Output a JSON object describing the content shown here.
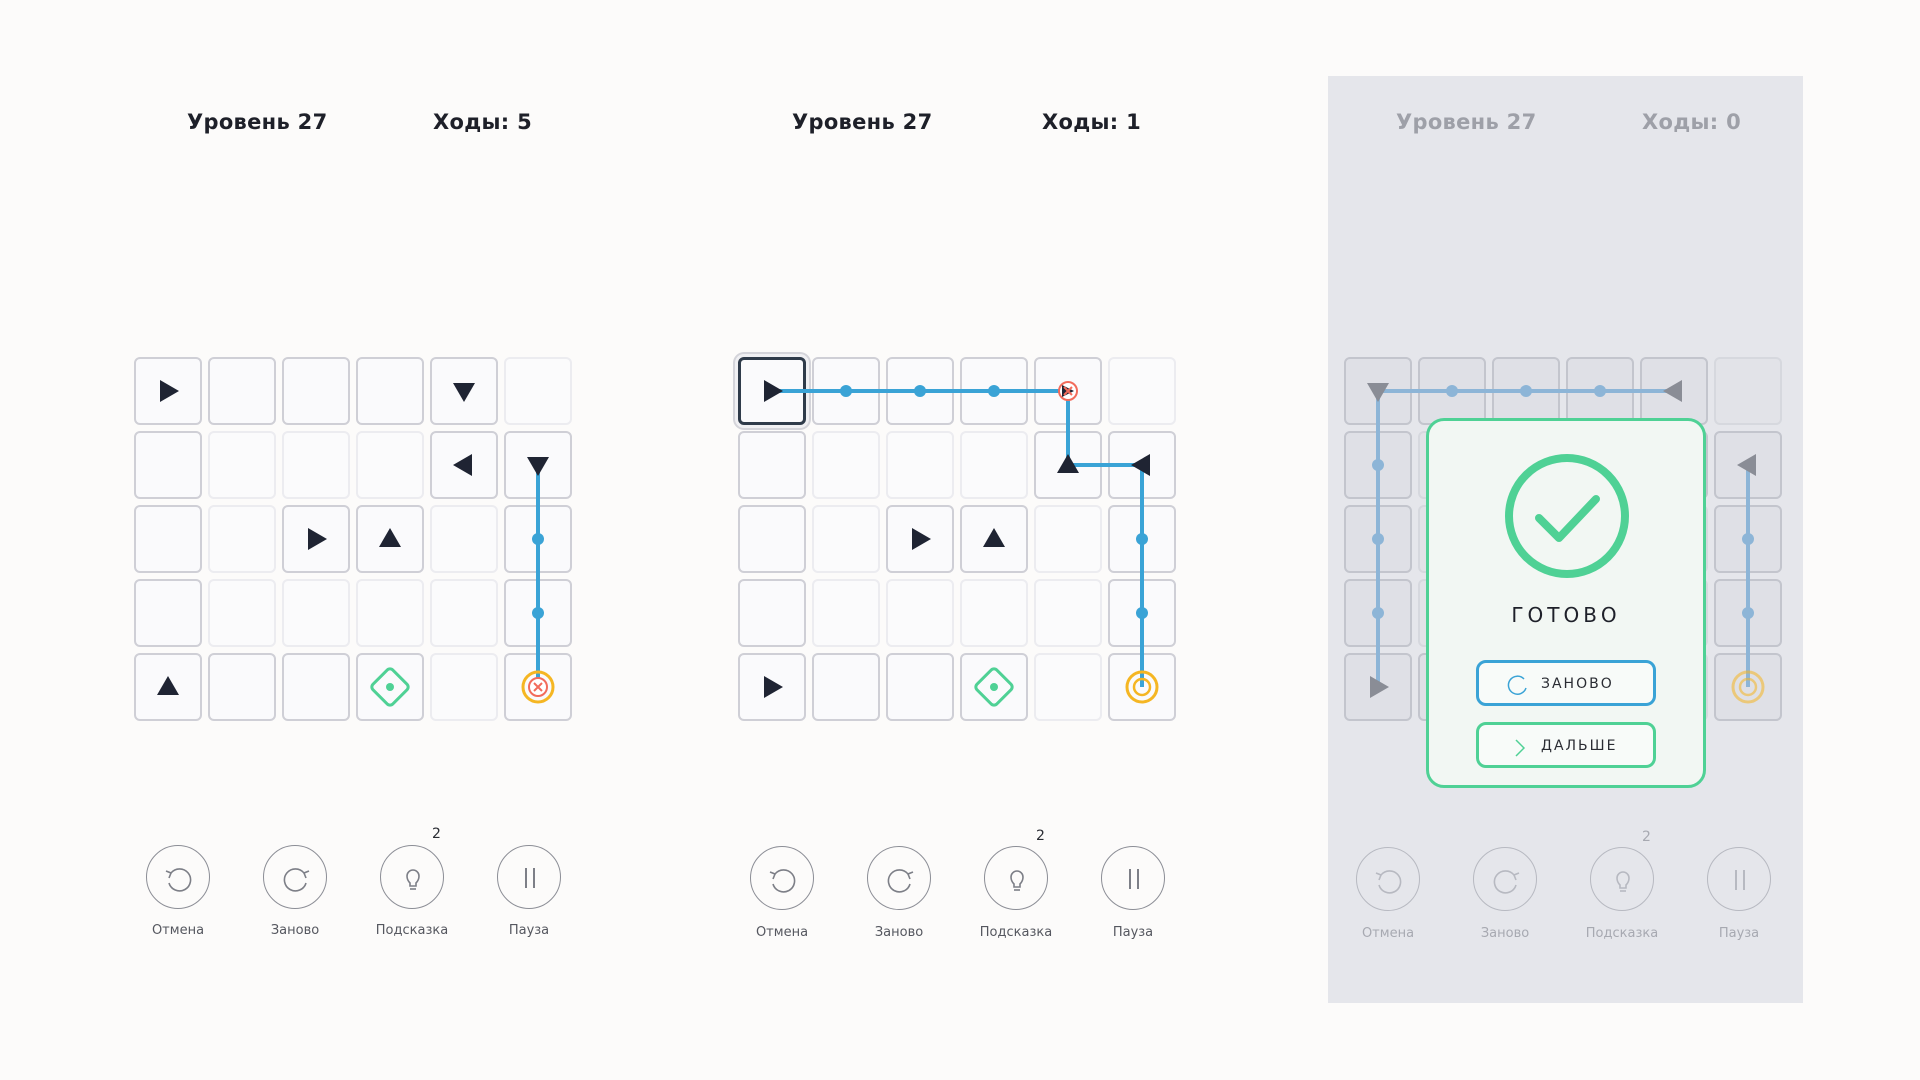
{
  "colors": {
    "path": "#3aa3d6",
    "path_dim": "#8db5d7",
    "arrow": "#1f2433",
    "arrow_dim": "#8a8d96",
    "goal_green": "#4fd195",
    "target_orange": "#f5b623",
    "error_red": "#f26b5b",
    "success_green": "#4fd195"
  },
  "labels": {
    "level": "Уровень 27",
    "undo": "Отмена",
    "restart": "Заново",
    "hint": "Подсказка",
    "pause": "Пауза",
    "hint_count": "2"
  },
  "panels": [
    {
      "moves": "Ходы: 5",
      "dim": false,
      "faint": [
        [
          0,
          5
        ],
        [
          1,
          1
        ],
        [
          1,
          2
        ],
        [
          1,
          3
        ],
        [
          2,
          1
        ],
        [
          2,
          4
        ],
        [
          3,
          1
        ],
        [
          3,
          2
        ],
        [
          3,
          3
        ],
        [
          3,
          4
        ],
        [
          4,
          4
        ]
      ],
      "selected": null,
      "items": [
        {
          "r": 0,
          "c": 0,
          "type": "arrow",
          "dir": "right"
        },
        {
          "r": 0,
          "c": 4,
          "type": "arrow",
          "dir": "down"
        },
        {
          "r": 1,
          "c": 4,
          "type": "arrow",
          "dir": "left"
        },
        {
          "r": 1,
          "c": 5,
          "type": "arrow",
          "dir": "down"
        },
        {
          "r": 2,
          "c": 2,
          "type": "arrow",
          "dir": "right"
        },
        {
          "r": 2,
          "c": 3,
          "type": "arrow",
          "dir": "up"
        },
        {
          "r": 4,
          "c": 0,
          "type": "arrow",
          "dir": "up"
        },
        {
          "r": 4,
          "c": 3,
          "type": "goal"
        },
        {
          "r": 4,
          "c": 5,
          "type": "target",
          "state": "blocked"
        }
      ],
      "path": [
        [
          1,
          5
        ],
        [
          4,
          5
        ]
      ],
      "dots": [
        [
          2,
          5
        ],
        [
          3,
          5
        ]
      ]
    },
    {
      "moves": "Ходы: 1",
      "dim": false,
      "faint": [
        [
          0,
          5
        ],
        [
          1,
          1
        ],
        [
          1,
          2
        ],
        [
          1,
          3
        ],
        [
          2,
          1
        ],
        [
          2,
          4
        ],
        [
          3,
          1
        ],
        [
          3,
          2
        ],
        [
          3,
          3
        ],
        [
          3,
          4
        ],
        [
          4,
          4
        ]
      ],
      "selected": [
        0,
        0
      ],
      "items": [
        {
          "r": 0,
          "c": 0,
          "type": "arrow",
          "dir": "right"
        },
        {
          "r": 0,
          "c": 4,
          "type": "blocked"
        },
        {
          "r": 1,
          "c": 4,
          "type": "arrow",
          "dir": "up"
        },
        {
          "r": 1,
          "c": 5,
          "type": "arrow",
          "dir": "left"
        },
        {
          "r": 2,
          "c": 2,
          "type": "arrow",
          "dir": "right"
        },
        {
          "r": 2,
          "c": 3,
          "type": "arrow",
          "dir": "up"
        },
        {
          "r": 4,
          "c": 0,
          "type": "arrow",
          "dir": "right"
        },
        {
          "r": 4,
          "c": 3,
          "type": "goal"
        },
        {
          "r": 4,
          "c": 5,
          "type": "target",
          "state": "open"
        }
      ],
      "path": [
        [
          0,
          0
        ],
        [
          0,
          4
        ],
        [
          1,
          4
        ],
        [
          1,
          5
        ],
        [
          4,
          5
        ]
      ],
      "dots": [
        [
          0,
          1
        ],
        [
          0,
          2
        ],
        [
          0,
          3
        ],
        [
          2,
          5
        ],
        [
          3,
          5
        ]
      ]
    },
    {
      "moves": "Ходы: 0",
      "dim": true,
      "faint": [
        [
          0,
          5
        ],
        [
          1,
          1
        ],
        [
          1,
          2
        ],
        [
          1,
          3
        ],
        [
          2,
          1
        ],
        [
          2,
          4
        ],
        [
          3,
          1
        ],
        [
          3,
          2
        ],
        [
          3,
          3
        ],
        [
          3,
          4
        ],
        [
          4,
          4
        ]
      ],
      "selected": null,
      "items": [
        {
          "r": 0,
          "c": 0,
          "type": "arrow",
          "dir": "down"
        },
        {
          "r": 0,
          "c": 4,
          "type": "arrow",
          "dir": "left"
        },
        {
          "r": 1,
          "c": 5,
          "type": "arrow",
          "dir": "left"
        },
        {
          "r": 4,
          "c": 0,
          "type": "arrow",
          "dir": "right"
        },
        {
          "r": 4,
          "c": 5,
          "type": "target",
          "state": "open"
        }
      ],
      "paths": [
        [
          [
            0,
            4
          ],
          [
            0,
            0
          ],
          [
            4,
            0
          ]
        ],
        [
          [
            1,
            5
          ],
          [
            4,
            5
          ]
        ]
      ],
      "dots": [
        [
          0,
          1
        ],
        [
          0,
          2
        ],
        [
          0,
          3
        ],
        [
          1,
          0
        ],
        [
          2,
          0
        ],
        [
          3,
          0
        ],
        [
          2,
          5
        ],
        [
          3,
          5
        ]
      ]
    }
  ],
  "modal": {
    "title": "ГОТОВО",
    "restart_label": "ЗАНОВО",
    "next_label": "ДАЛЬШЕ",
    "restart_color": "#3aa3d6",
    "next_color": "#4fd195"
  }
}
